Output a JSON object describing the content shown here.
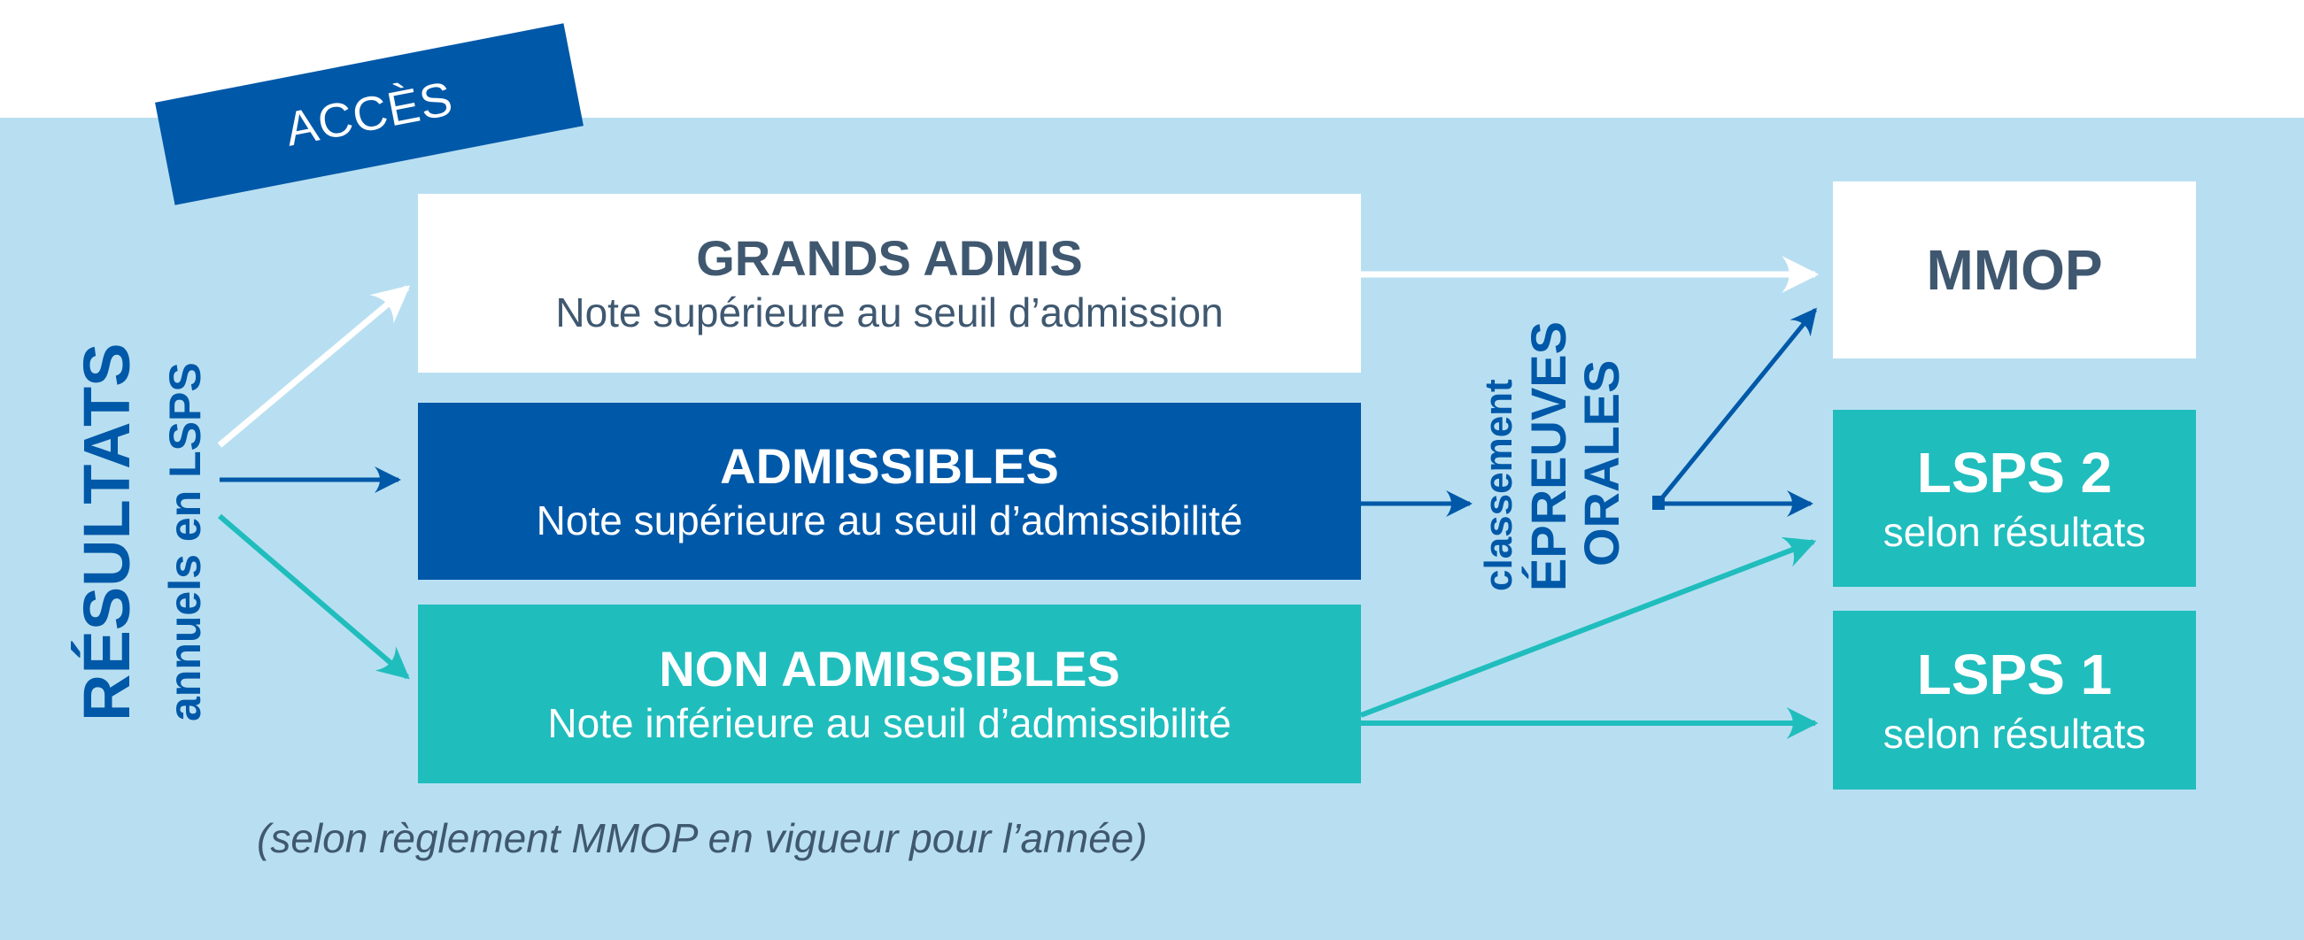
{
  "banner": {
    "label": "ACCÈS"
  },
  "left_label": {
    "title": "RÉSULTATS",
    "subtitle": "annuels en LSPS"
  },
  "middle_boxes": [
    {
      "title": "GRANDS ADMIS",
      "subtitle": "Note supérieure au seuil d’admission"
    },
    {
      "title": "ADMISSIBLES",
      "subtitle": "Note supérieure au seuil d’admissibilité"
    },
    {
      "title": "NON ADMISSIBLES",
      "subtitle": "Note inférieure au seuil d’admissibilité"
    }
  ],
  "oral_label": {
    "line1": "classement",
    "line2": "ÉPREUVES",
    "line3": "ORALES"
  },
  "outcome_boxes": [
    {
      "title": "MMOP",
      "subtitle": ""
    },
    {
      "title": "LSPS 2",
      "subtitle": "selon résultats"
    },
    {
      "title": "LSPS 1",
      "subtitle": "selon résultats"
    }
  ],
  "footnote": "(selon règlement MMOP en vigueur pour l’année)",
  "colors": {
    "background": "#b8dff1",
    "navy": "#0058a8",
    "teal": "#20bdbd",
    "white": "#ffffff",
    "slate_text": "#3f5870"
  }
}
